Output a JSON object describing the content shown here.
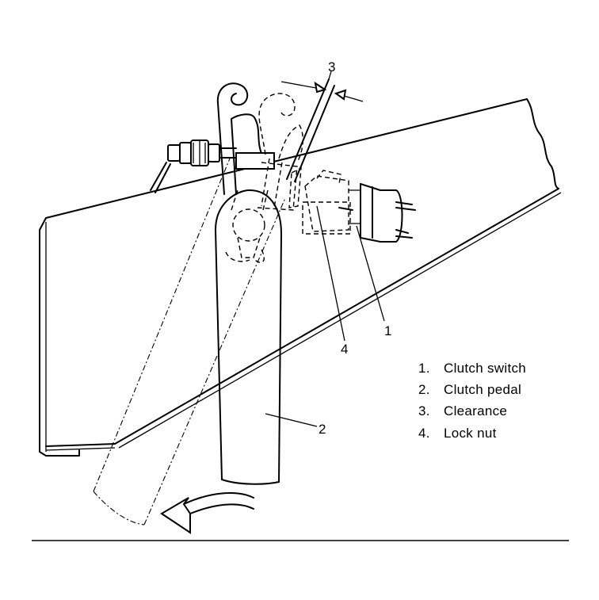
{
  "callouts": {
    "c1": "1",
    "c2": "2",
    "c3": "3",
    "c4": "4"
  },
  "legend": [
    {
      "num": "1.",
      "text": "Clutch switch"
    },
    {
      "num": "2.",
      "text": "Clutch pedal"
    },
    {
      "num": "3.",
      "text": "Clearance"
    },
    {
      "num": "4.",
      "text": "Lock nut"
    }
  ],
  "icons": {
    "arrow": "curved-arrow-icon"
  },
  "colors": {
    "ink": "#000000",
    "paper": "#ffffff"
  }
}
